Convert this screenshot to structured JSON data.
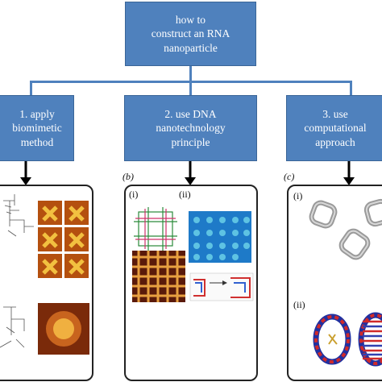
{
  "root": {
    "label": "how to\nconstruct an RNA\nnanoparticle"
  },
  "methods": [
    {
      "label": "1. apply\nbiomimetic\nmethod"
    },
    {
      "label": "2. use DNA\nnanotechnology\nprinciple"
    },
    {
      "label": "3. use\ncomputational\napproach"
    }
  ],
  "panel_b": {
    "tag": "(b)",
    "sub1": "(i)",
    "sub2": "(ii)"
  },
  "panel_c": {
    "tag": "(c)",
    "sub1": "(i)",
    "sub2": "(ii)"
  },
  "colors": {
    "box": "#4f81bd",
    "border": "#3a6597",
    "afm_orange": "#c8641e",
    "afm_dark": "#5a1a0a"
  }
}
